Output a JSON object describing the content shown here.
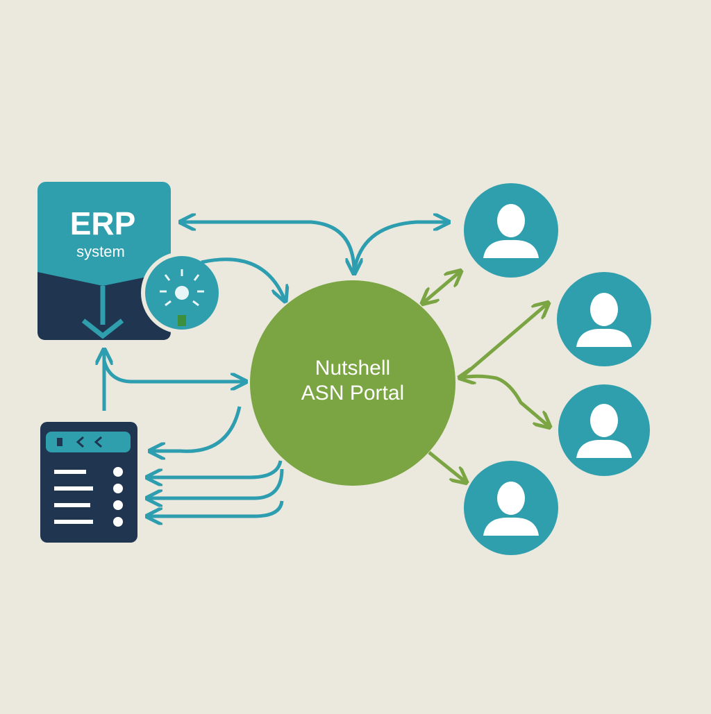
{
  "colors": {
    "background": "#ebe8dd",
    "teal": "#2f9fad",
    "teal_dark_arrow": "#2d9db0",
    "navy": "#1f3550",
    "green": "#7aa542",
    "white": "#ffffff"
  },
  "erp": {
    "title": "ERP",
    "subtitle": "system"
  },
  "portal": {
    "line1": "Nutshell",
    "line2": "ASN Portal"
  },
  "icons": {
    "erp_box": "erp-system-box",
    "download_arrow": "down-arrow-icon",
    "lightbulb_badge": "lightbulb-icon",
    "list_window": "list-window-icon",
    "user": "user-icon"
  },
  "users": [
    {
      "name": "user-1"
    },
    {
      "name": "user-2"
    },
    {
      "name": "user-3"
    },
    {
      "name": "user-4"
    }
  ]
}
